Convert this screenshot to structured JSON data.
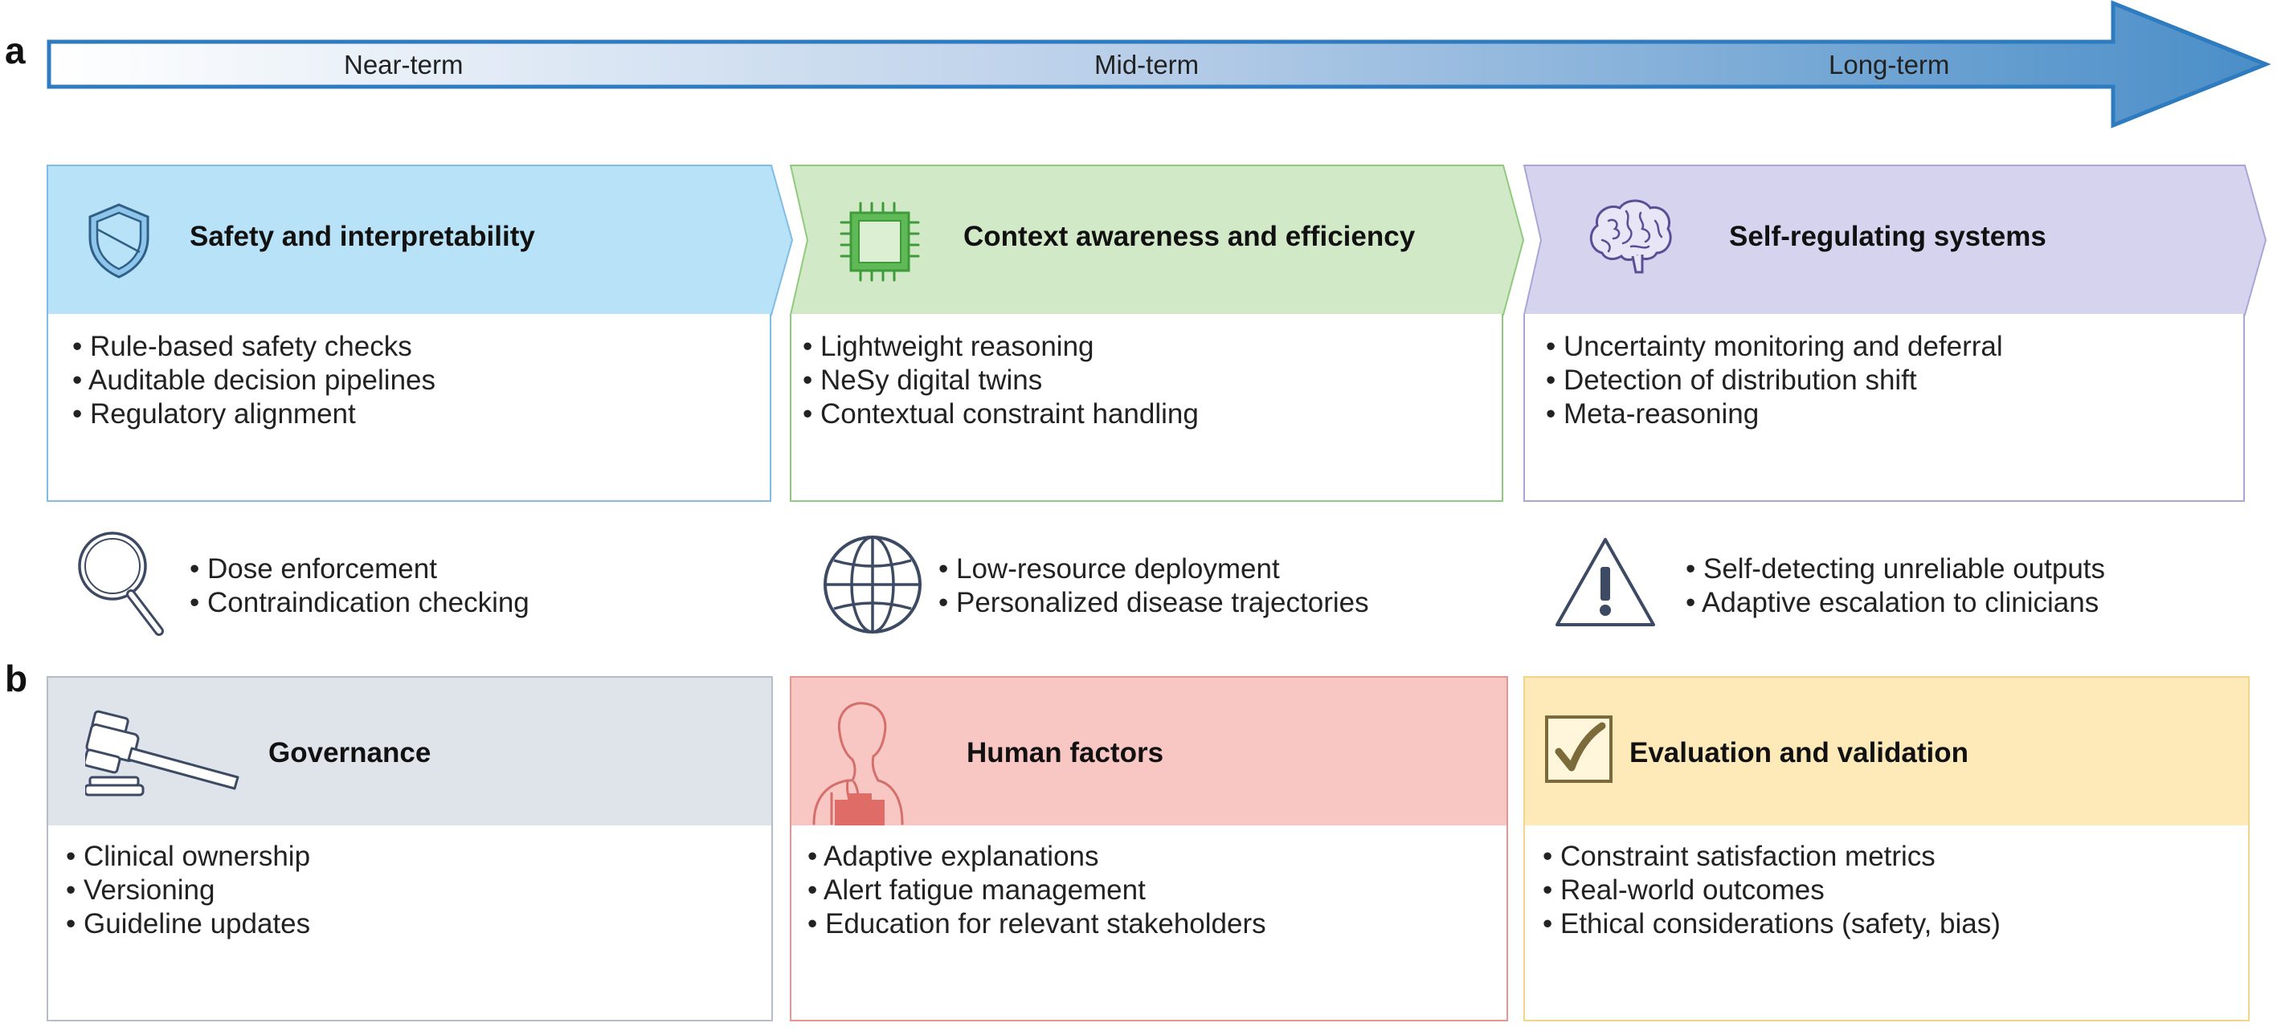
{
  "panel_labels": {
    "a": "a",
    "b": "b"
  },
  "timeline": {
    "stages": [
      "Near-term",
      "Mid-term",
      "Long-term"
    ],
    "arrow_color_start": "#ffffff",
    "arrow_color_end": "#4a8ec8",
    "arrow_outline": "#2e7bbf"
  },
  "roadmap": [
    {
      "title": "Safety and interpretability",
      "icon": "shield-icon",
      "head_color": "#b8e2f8",
      "border_color": "#7fbde6",
      "items": [
        "Rule-based safety checks",
        "Auditable decision pipelines",
        "Regulatory alignment"
      ],
      "example_icon": "magnifier-icon",
      "examples": [
        "Dose enforcement",
        "Contraindication checking"
      ]
    },
    {
      "title": "Context awareness and efficiency",
      "icon": "chip-icon",
      "head_color": "#d2e9c8",
      "border_color": "#8fcb7c",
      "items": [
        "Lightweight reasoning",
        "NeSy digital twins",
        "Contextual constraint handling"
      ],
      "example_icon": "globe-icon",
      "examples": [
        "Low-resource deployment",
        "Personalized disease trajectories"
      ]
    },
    {
      "title": "Self-regulating systems",
      "icon": "brain-icon",
      "head_color": "#d6d3ee",
      "border_color": "#aaa5d8",
      "items": [
        "Uncertainty monitoring and deferral",
        "Detection of distribution shift",
        "Meta-reasoning"
      ],
      "example_icon": "warning-icon",
      "examples": [
        "Self-detecting unreliable outputs",
        "Adaptive escalation to clinicians"
      ]
    }
  ],
  "considerations": [
    {
      "title": "Governance",
      "icon": "gavel-icon",
      "head_color": "#dfe3ea",
      "border_color": "#b6bdc9",
      "items": [
        "Clinical ownership",
        "Versioning",
        "Guideline updates"
      ]
    },
    {
      "title": "Human factors",
      "icon": "clinician-icon",
      "head_color": "#f8c6c3",
      "border_color": "#e79590",
      "items": [
        "Adaptive explanations",
        "Alert fatigue management",
        "Education for relevant stakeholders"
      ]
    },
    {
      "title": "Evaluation and validation",
      "icon": "checkbox-icon",
      "head_color": "#fdeab8",
      "border_color": "#f0d58a",
      "items": [
        "Constraint satisfaction metrics",
        "Real-world outcomes",
        "Ethical considerations (safety, bias)"
      ]
    }
  ]
}
